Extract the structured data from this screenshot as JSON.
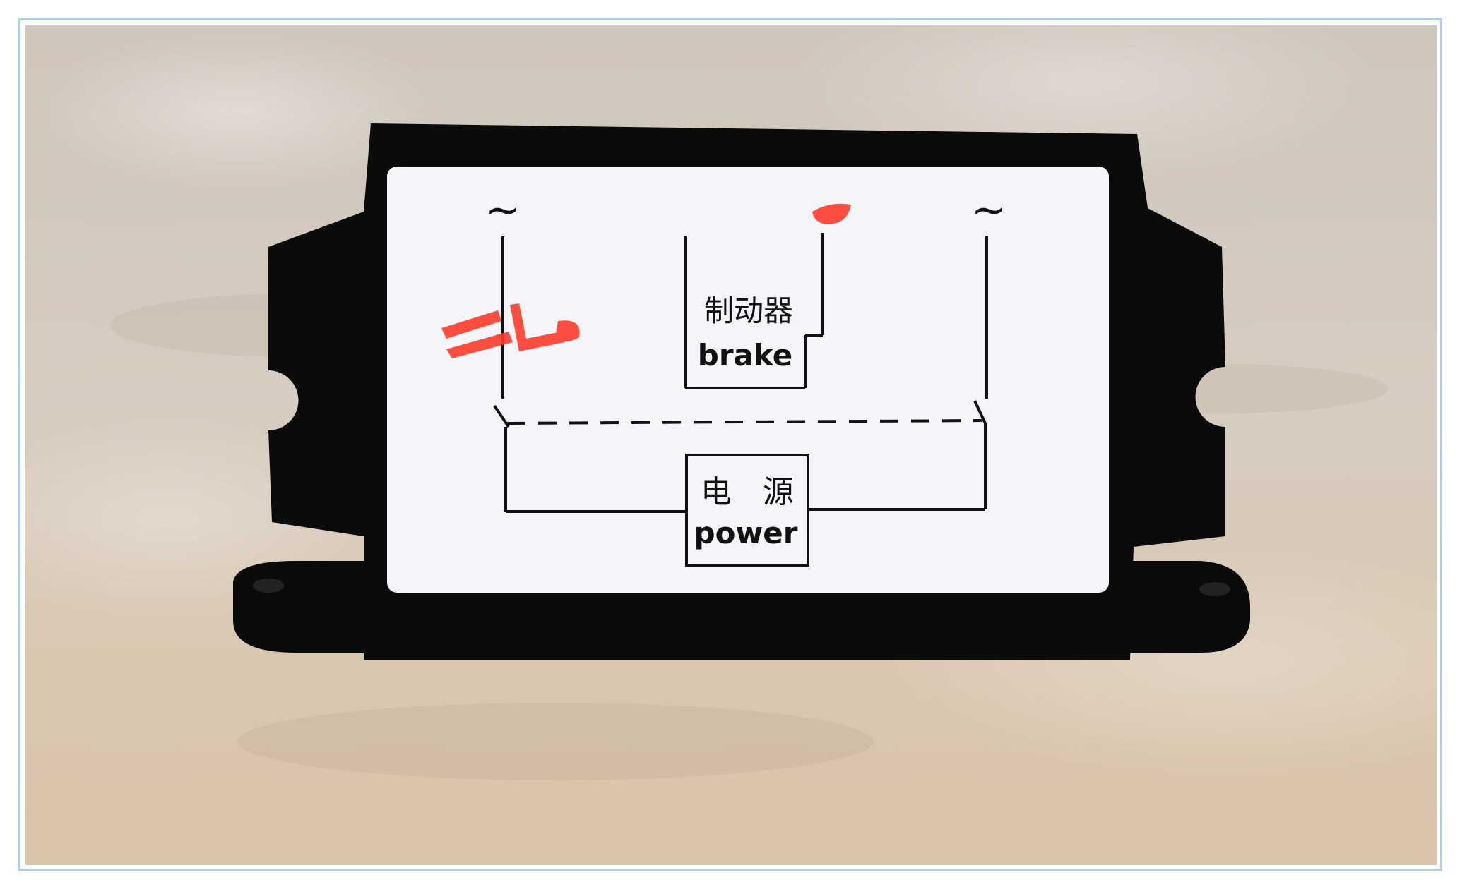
{
  "label_panel": {
    "ac_symbol_left": "~",
    "ac_symbol_right": "~",
    "brake_cn": "制动器",
    "brake_en": "brake",
    "power_cn": "电　源",
    "power_en": "power"
  },
  "colors": {
    "housing": "#0b0b0b",
    "label_background": "#f4f5f8",
    "reflection": "#ff3b2a",
    "frame_border": "#a9cdf2"
  }
}
